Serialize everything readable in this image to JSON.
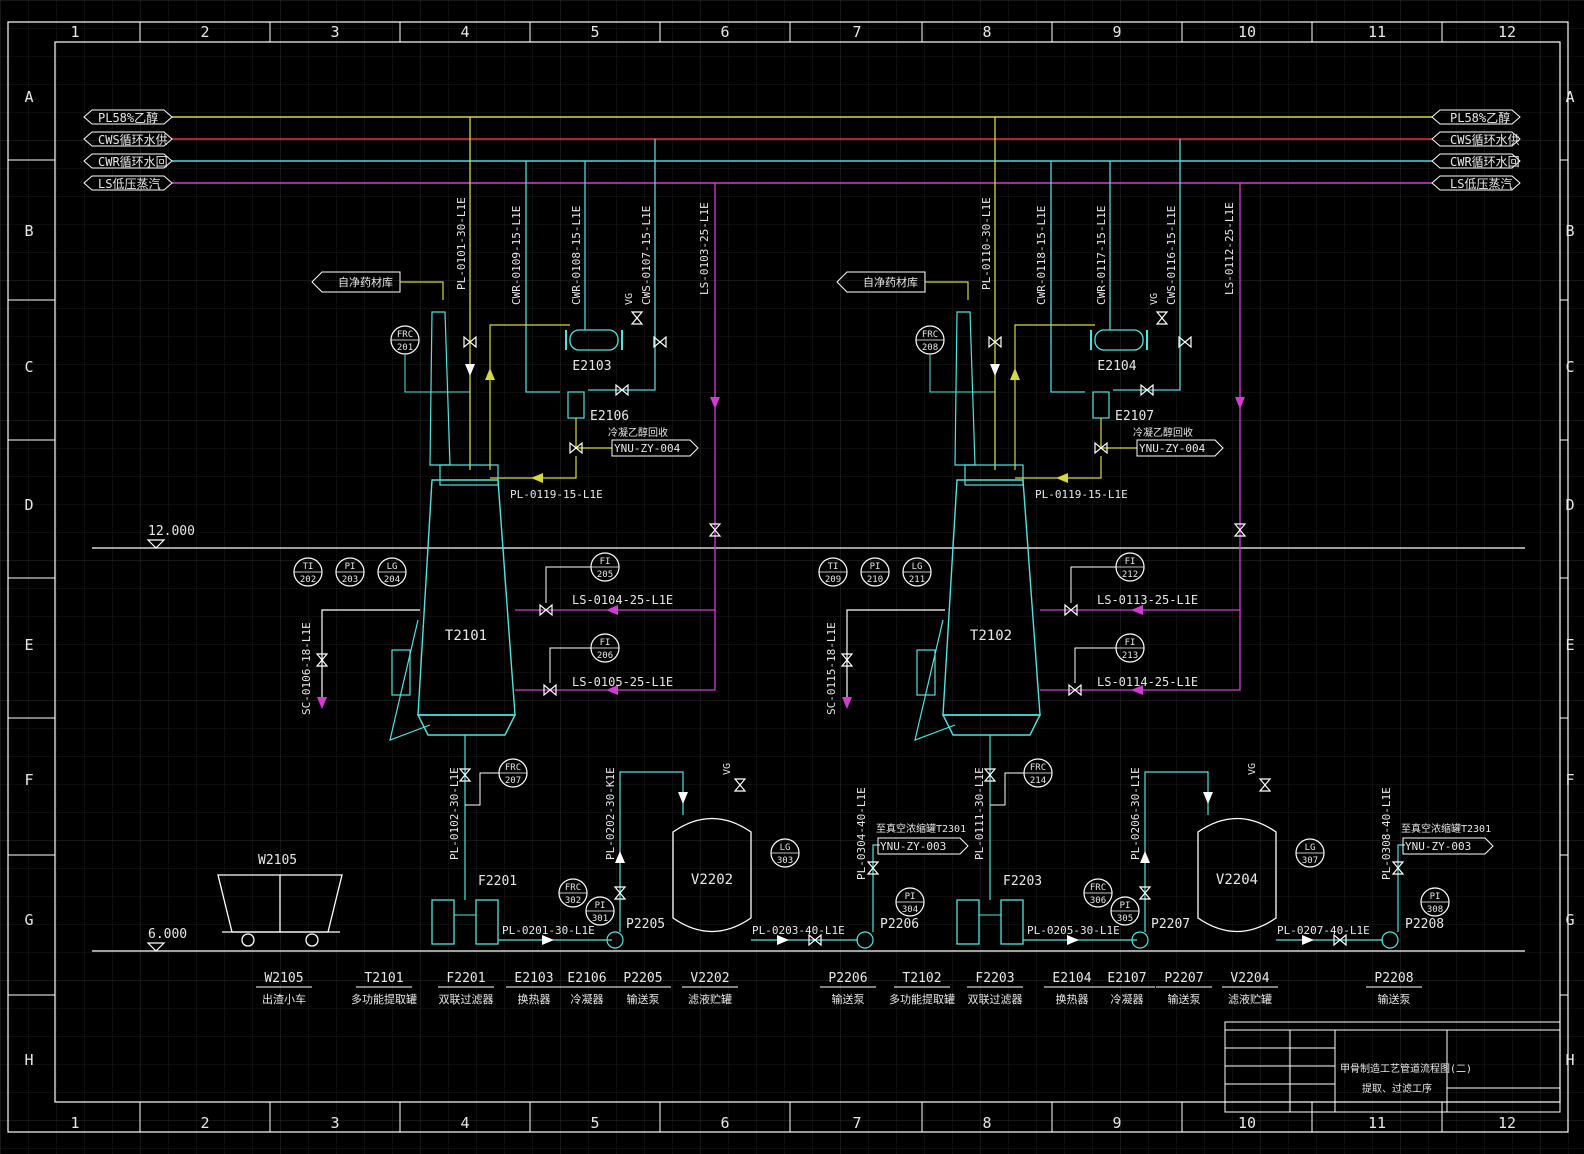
{
  "grid": {
    "cols": [
      "1",
      "2",
      "3",
      "4",
      "5",
      "6",
      "7",
      "8",
      "9",
      "10",
      "11",
      "12"
    ],
    "rows": [
      "A",
      "B",
      "C",
      "D",
      "E",
      "F",
      "G",
      "H"
    ]
  },
  "colors": {
    "pl": "#d8d83a",
    "cws": "#e23434",
    "cwr": "#4fd8e0",
    "ls": "#d53ad5",
    "equipment": "#4fe3e3",
    "frame": "#ffffff"
  },
  "headers": {
    "left": [
      "PL58%乙醇",
      "CWS循环水供",
      "CWR循环水回",
      "LS低压蒸汽"
    ],
    "right": [
      "PL58%乙醇",
      "CWS循环水供",
      "CWR循环水回",
      "LS低压蒸汽"
    ]
  },
  "levels": {
    "upper": "12.000",
    "lower": "6.000"
  },
  "unit1": {
    "supply_tag": "自净药材库",
    "lines": [
      "PL-0101-30-L1E",
      "CWR-0109-15-L1E",
      "CWR-0108-15-L1E",
      "CWS-0107-15-L1E",
      "LS-0103-25-L1E",
      "PL-0119-15-L1E",
      "LS-0104-25-L1E",
      "LS-0105-25-L1E",
      "SC-0106-18-L1E",
      "PL-0102-30-L1E",
      "PL-0202-30-K1E",
      "PL-0201-30-L1E",
      "PL-0203-40-L1E",
      "PL-0304-40-L1E"
    ],
    "instruments": [
      "FRC 201",
      "TI 202",
      "PI 203",
      "LG 204",
      "FI 205",
      "FI 206",
      "FRC 207",
      "FRC 302",
      "PI 301",
      "LG 303",
      "PI 304"
    ],
    "equipment": [
      "E2103",
      "E2106",
      "T2101",
      "F2201",
      "V2202",
      "P2205",
      "P2206",
      "W2105"
    ],
    "tags": [
      "冷凝乙醇回收",
      "YNU-ZY-004",
      "至真空浓缩罐T2301",
      "YNU-ZY-003"
    ],
    "vg": "VG"
  },
  "unit2": {
    "supply_tag": "自净药材库",
    "lines": [
      "PL-0110-30-L1E",
      "CWR-0118-15-L1E",
      "CWR-0117-15-L1E",
      "CWS-0116-15-L1E",
      "LS-0112-25-L1E",
      "PL-0119-15-L1E",
      "LS-0113-25-L1E",
      "LS-0114-25-L1E",
      "SC-0115-18-L1E",
      "PL-0111-30-L1E",
      "PL-0206-30-L1E",
      "PL-0205-30-L1E",
      "PL-0207-40-L1E",
      "PL-0308-40-L1E"
    ],
    "instruments": [
      "FRC 208",
      "TI 209",
      "PI 210",
      "LG 211",
      "FI 212",
      "FI 213",
      "FRC 214",
      "FRC 306",
      "PI 305",
      "LG 307",
      "PI 308"
    ],
    "equipment": [
      "E2104",
      "E2107",
      "T2102",
      "F2203",
      "V2204",
      "P2207",
      "P2208"
    ],
    "tags": [
      "冷凝乙醇回收",
      "YNU-ZY-004",
      "至真空浓缩罐T2301",
      "YNU-ZY-003"
    ],
    "vg": "VG"
  },
  "legend": [
    {
      "tag": "W2105",
      "name": "出渣小车"
    },
    {
      "tag": "T2101",
      "name": "多功能提取罐"
    },
    {
      "tag": "F2201",
      "name": "双联过滤器"
    },
    {
      "tag": "E2103",
      "name": "换热器"
    },
    {
      "tag": "E2106",
      "name": "冷凝器"
    },
    {
      "tag": "P2205",
      "name": "输送泵"
    },
    {
      "tag": "V2202",
      "name": "滤液贮罐"
    },
    {
      "tag": "P2206",
      "name": "输送泵"
    },
    {
      "tag": "T2102",
      "name": "多功能提取罐"
    },
    {
      "tag": "F2203",
      "name": "双联过滤器"
    },
    {
      "tag": "E2104",
      "name": "换热器"
    },
    {
      "tag": "E2107",
      "name": "冷凝器"
    },
    {
      "tag": "P2207",
      "name": "输送泵"
    },
    {
      "tag": "V2204",
      "name": "滤液贮罐"
    },
    {
      "tag": "P2208",
      "name": "输送泵"
    }
  ],
  "title_block": {
    "title": "甲骨制造工艺管道流程图(二)",
    "subtitle": "提取、过滤工序"
  }
}
